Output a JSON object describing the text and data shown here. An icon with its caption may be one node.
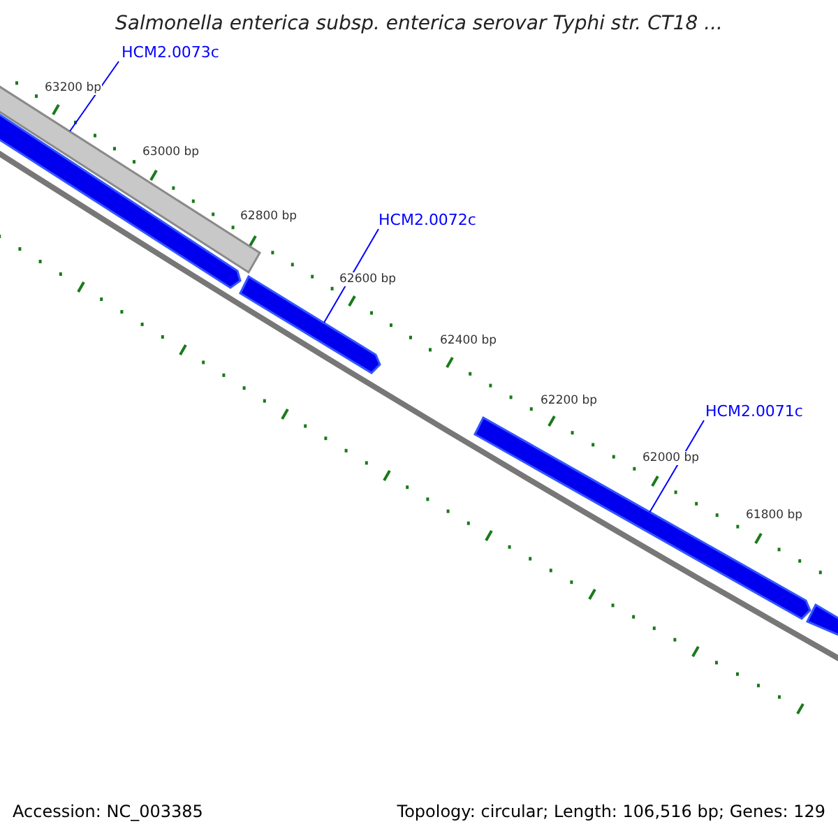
{
  "diagram": {
    "title": "Salmonella enterica subsp. enterica serovar Typhi str. CT18 ...",
    "nodes": [
      {
        "text": [
          "HCM2.0073c"
        ]
      },
      {
        "text": [],
        "shape": "bar"
      },
      {
        "text": [],
        "shape": "bar"
      },
      {
        "text": [
          "HCM2.0072c"
        ]
      },
      {
        "text": [],
        "shape": "bar"
      },
      {
        "text": [
          "HCM2.0071c"
        ]
      },
      {
        "text": [],
        "shape": "bar"
      },
      {
        "text": [],
        "shape": "bar"
      }
    ],
    "edges": [
      {
        "from": 0,
        "to": 1,
        "arrow": "none"
      },
      {
        "from": 3,
        "to": 4,
        "arrow": "none"
      },
      {
        "from": 5,
        "to": 6,
        "arrow": "none"
      }
    ],
    "labels": [
      "63200 bp",
      "63000 bp",
      "62800 bp",
      "62600 bp",
      "62400 bp",
      "62200 bp",
      "62000 bp",
      "61800 bp",
      "Accession: NC_003385",
      "Topology: circular; Length: 106,516 bp; Genes: 129"
    ]
  }
}
